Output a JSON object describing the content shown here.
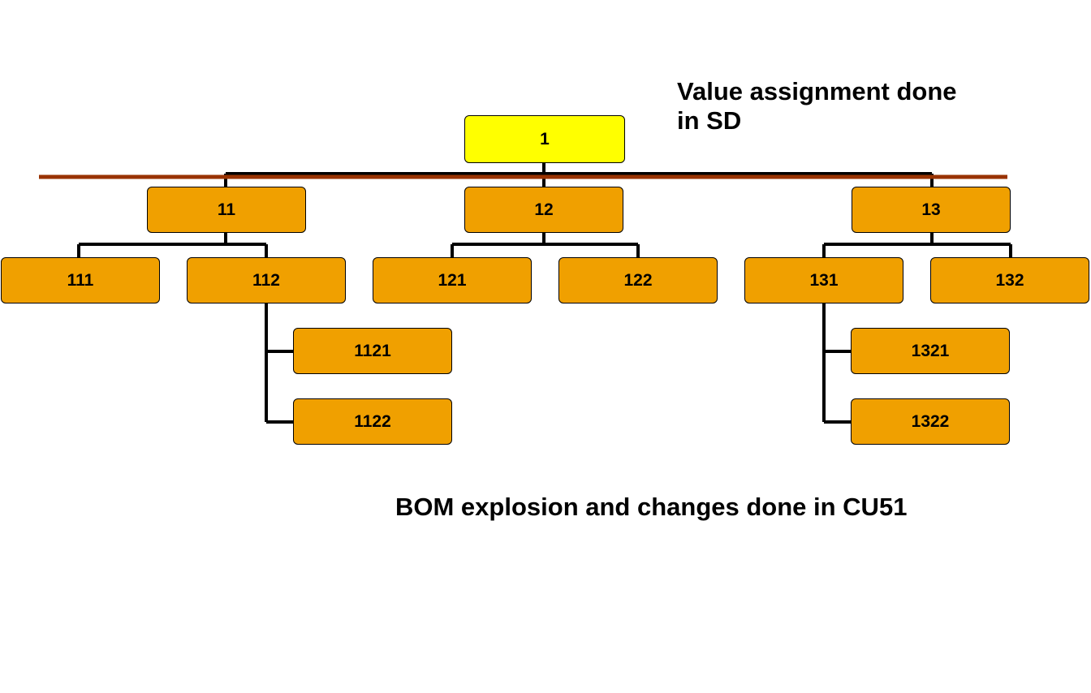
{
  "captions": {
    "value_assignment_line1": "Value assignment done",
    "value_assignment_line2": "in SD",
    "bom_explosion": "BOM explosion and changes done in CU51"
  },
  "nodes": {
    "n1": "1",
    "n11": "11",
    "n12": "12",
    "n13": "13",
    "n111": "111",
    "n112": "112",
    "n121": "121",
    "n122": "122",
    "n131": "131",
    "n132": "132",
    "n1121": "1121",
    "n1122": "1122",
    "n1321": "1321",
    "n1322": "1322"
  },
  "colors": {
    "root_fill": "#ffff00",
    "child_fill": "#f0a000",
    "divider_line": "#993300",
    "connector": "#000000"
  }
}
